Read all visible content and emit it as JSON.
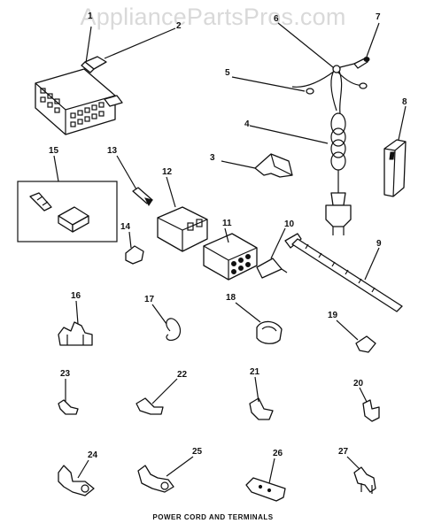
{
  "watermark": "AppliancePartsPros.com",
  "caption": "POWER CORD AND TERMINALS",
  "part_numbers": [
    "1",
    "2",
    "3",
    "4",
    "5",
    "6",
    "7",
    "8",
    "9",
    "10",
    "11",
    "12",
    "13",
    "14",
    "15",
    "16",
    "17",
    "18",
    "19",
    "20",
    "21",
    "22",
    "23",
    "24",
    "25",
    "26",
    "27"
  ]
}
